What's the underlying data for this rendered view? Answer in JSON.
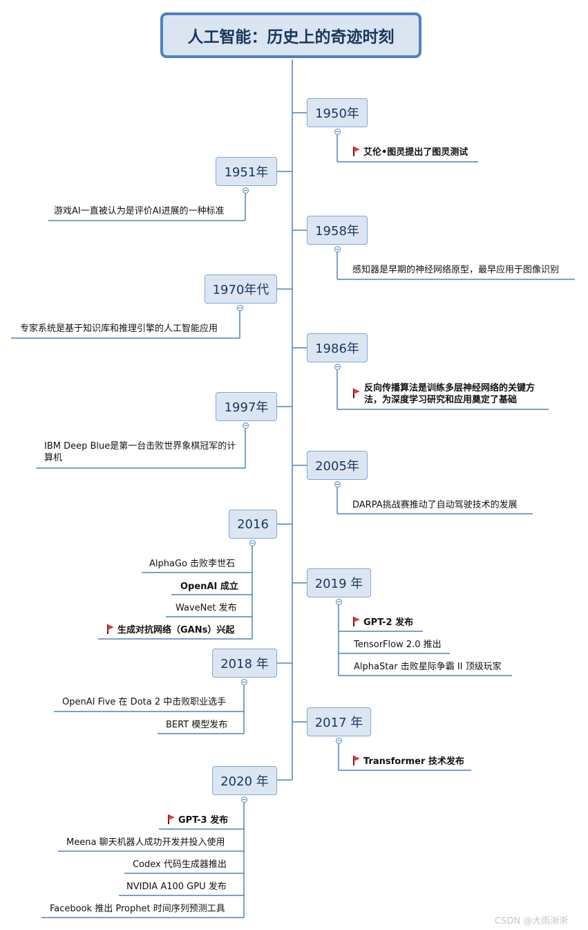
{
  "title": "人工智能：历史上的奇迹时刻",
  "colors": {
    "line": "#4f81bd",
    "box_fill": "#dce6f2",
    "box_border": "#7ea6d3",
    "flag": "#e53935"
  },
  "nodes": [
    {
      "year": "1950年",
      "events": [
        {
          "text": "艾伦•图灵提出了图灵测试",
          "flag": true,
          "bold": true
        }
      ]
    },
    {
      "year": "1951年",
      "events": [
        {
          "text": "游戏AI一直被认为是评价AI进展的一种标准"
        }
      ]
    },
    {
      "year": "1958年",
      "events": [
        {
          "text": "感知器是早期的神经网络原型，最早应用于图像识别"
        }
      ]
    },
    {
      "year": "1970年代",
      "events": [
        {
          "text": "专家系统是基于知识库和推理引擎的人工智能应用"
        }
      ]
    },
    {
      "year": "1986年",
      "events": [
        {
          "text": "反向传播算法是训练多层神经网络的关键方法，为深度学习研究和应用奠定了基础",
          "flag": true,
          "bold": true
        }
      ]
    },
    {
      "year": "1997年",
      "events": [
        {
          "text": "IBM Deep Blue是第一台击败世界象棋冠军的计算机"
        }
      ]
    },
    {
      "year": "2005年",
      "events": [
        {
          "text": "DARPA挑战赛推动了自动驾驶技术的发展"
        }
      ]
    },
    {
      "year": "2016",
      "events": [
        {
          "text": "AlphaGo 击败李世石"
        },
        {
          "text": "OpenAI 成立",
          "bold": true
        },
        {
          "text": "WaveNet 发布"
        },
        {
          "text": "生成对抗网络（GANs）兴起",
          "flag": true,
          "bold": true
        }
      ]
    },
    {
      "year": "2019 年",
      "events": [
        {
          "text": "GPT-2 发布",
          "flag": true,
          "bold": true
        },
        {
          "text": "TensorFlow 2.0 推出"
        },
        {
          "text": "AlphaStar 击败星际争霸 II 顶级玩家"
        }
      ]
    },
    {
      "year": "2018 年",
      "events": [
        {
          "text": "OpenAI Five 在 Dota 2 中击败职业选手"
        },
        {
          "text": "BERT 模型发布"
        }
      ]
    },
    {
      "year": "2017 年",
      "events": [
        {
          "text": "Transformer 技术发布",
          "flag": true,
          "bold": true
        }
      ]
    },
    {
      "year": "2020 年",
      "events": [
        {
          "text": "GPT-3 发布",
          "flag": true,
          "bold": true
        },
        {
          "text": "Meena 聊天机器人成功开发并投入使用"
        },
        {
          "text": "Codex 代码生成器推出"
        },
        {
          "text": "NVIDIA A100 GPU 发布"
        },
        {
          "text": "Facebook 推出 Prophet 时间序列预测工具"
        }
      ]
    }
  ],
  "watermark": "CSDN @大雨淅淅"
}
